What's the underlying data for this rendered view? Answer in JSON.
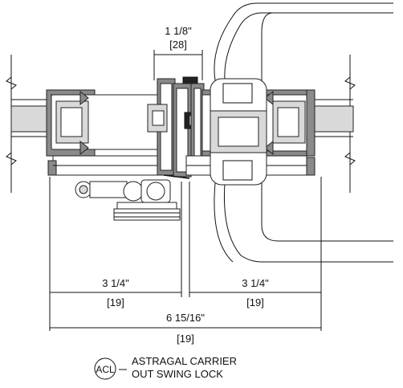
{
  "dimensions": {
    "top": {
      "imperial": "1 1/8\"",
      "metric": "[28]"
    },
    "left": {
      "imperial": "3 1/4\"",
      "metric": "[19]"
    },
    "right": {
      "imperial": "3 1/4\"",
      "metric": "[19]"
    },
    "overall": {
      "imperial": "6 15/16\"",
      "metric": "[19]"
    }
  },
  "legend": {
    "symbol": "ACL",
    "line1": "ASTRAGAL CARRIER",
    "line2": "OUT SWING LOCK"
  }
}
